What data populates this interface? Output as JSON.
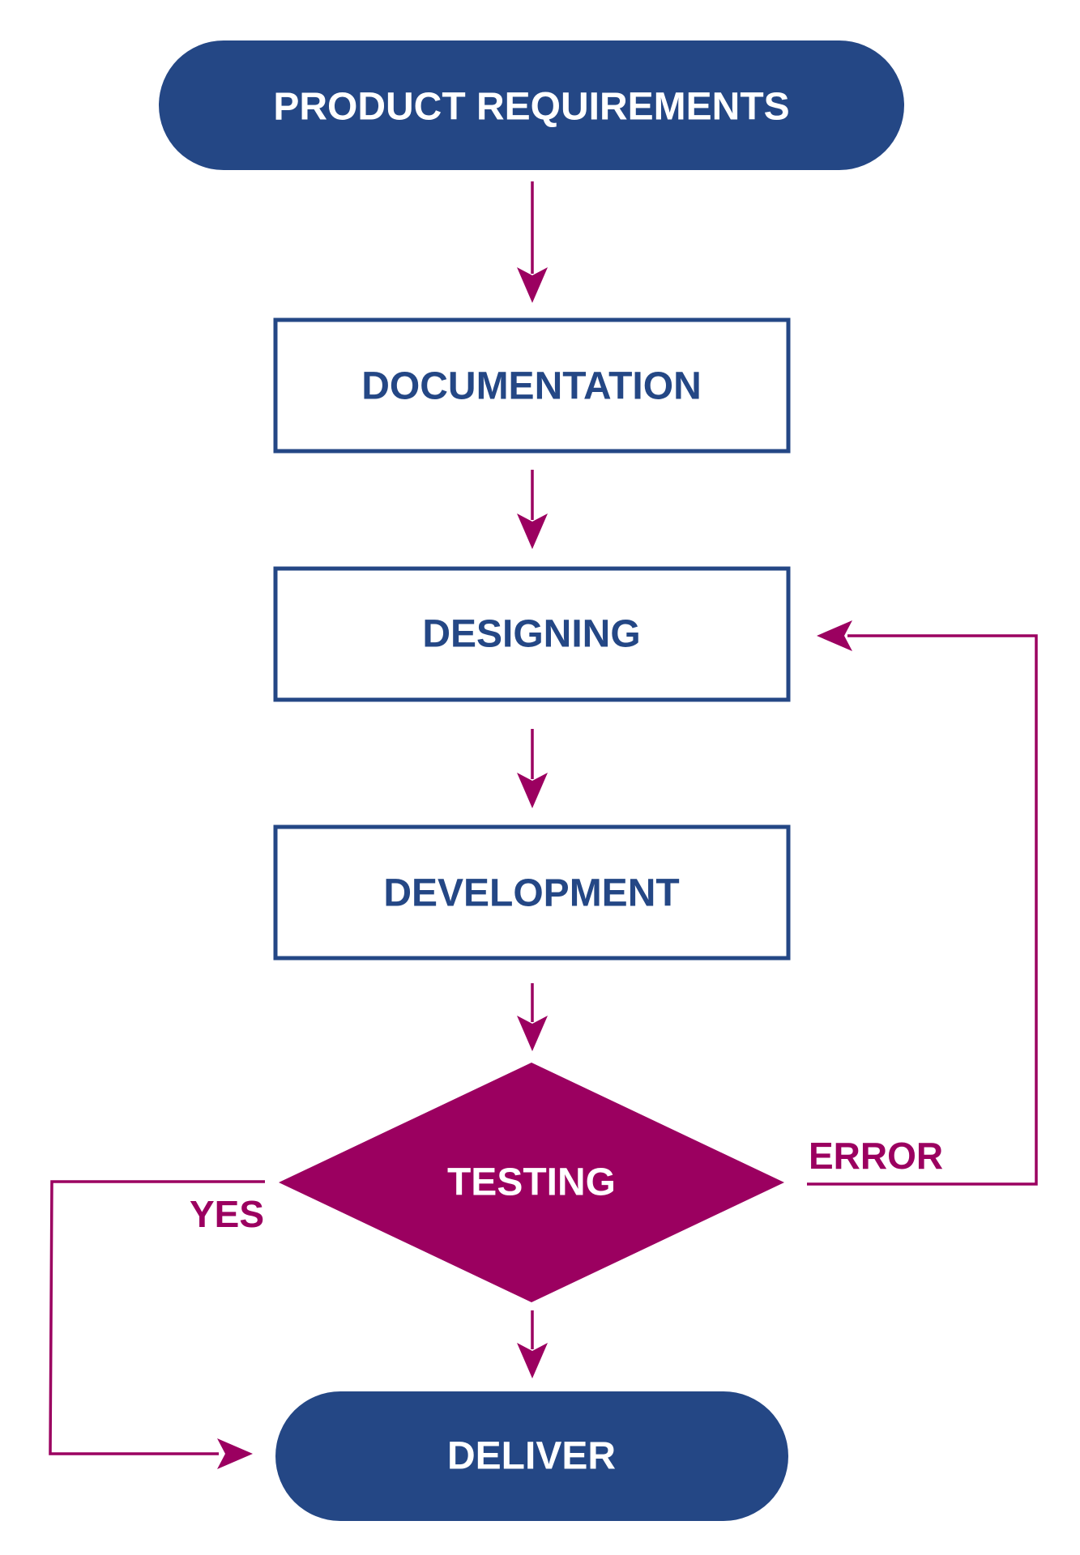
{
  "colors": {
    "navy": "#244785",
    "magenta": "#9b0060",
    "background": "#ffffff",
    "text_on_dark": "#ffffff"
  },
  "nodes": {
    "product_requirements": {
      "label": "PRODUCT REQUIREMENTS",
      "shape": "terminator"
    },
    "documentation": {
      "label": "DOCUMENTATION",
      "shape": "process"
    },
    "designing": {
      "label": "DESIGNING",
      "shape": "process"
    },
    "development": {
      "label": "DEVELOPMENT",
      "shape": "process"
    },
    "testing": {
      "label": "TESTING",
      "shape": "decision"
    },
    "deliver": {
      "label": "DELIVER",
      "shape": "terminator"
    }
  },
  "edges": {
    "yes": {
      "label": "YES",
      "from": "testing",
      "to": "deliver"
    },
    "error": {
      "label": "ERROR",
      "from": "testing",
      "to": "designing"
    }
  }
}
